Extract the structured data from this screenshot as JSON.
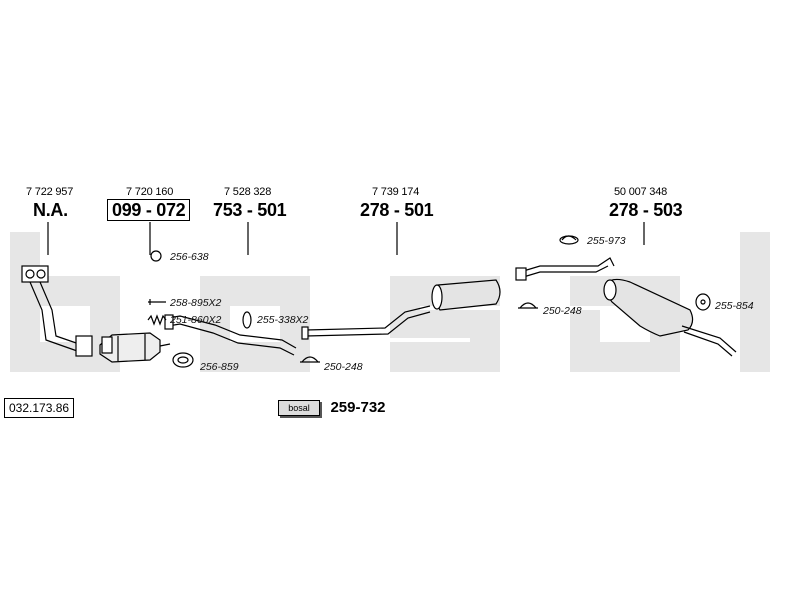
{
  "diagram_code": "032.173.86",
  "watermark_text": "bosal",
  "colors": {
    "watermark": "#e4e4e4",
    "line": "#000000"
  },
  "parts": [
    {
      "ref": "7 722 957",
      "part_no": "N.A.",
      "boxed": false
    },
    {
      "ref": "7 720 160",
      "part_no": "099 - 072",
      "boxed": true
    },
    {
      "ref": "7 528 328",
      "part_no": "753 - 501",
      "boxed": false
    },
    {
      "ref": "7 739 174",
      "part_no": "278 - 501",
      "boxed": false
    },
    {
      "ref": "50 007 348",
      "part_no": "278 - 503",
      "boxed": false
    }
  ],
  "accessories": [
    {
      "code": "256-638",
      "icon": "ring-icon"
    },
    {
      "code": "258-895X2",
      "icon": "bolt-icon"
    },
    {
      "code": "251-860X2",
      "icon": "spring-icon"
    },
    {
      "code": "255-338X2",
      "icon": "clamp-icon"
    },
    {
      "code": "256-859",
      "icon": "gasket-icon"
    },
    {
      "code": "250-248",
      "icon": "u-clamp-icon"
    },
    {
      "code": "250-248",
      "icon": "u-clamp-icon"
    },
    {
      "code": "255-973",
      "icon": "hanger-icon"
    },
    {
      "code": "255-854",
      "icon": "rubber-mount-icon"
    }
  ],
  "kit": {
    "logo_text": "bosal",
    "part_no": "259-732"
  }
}
